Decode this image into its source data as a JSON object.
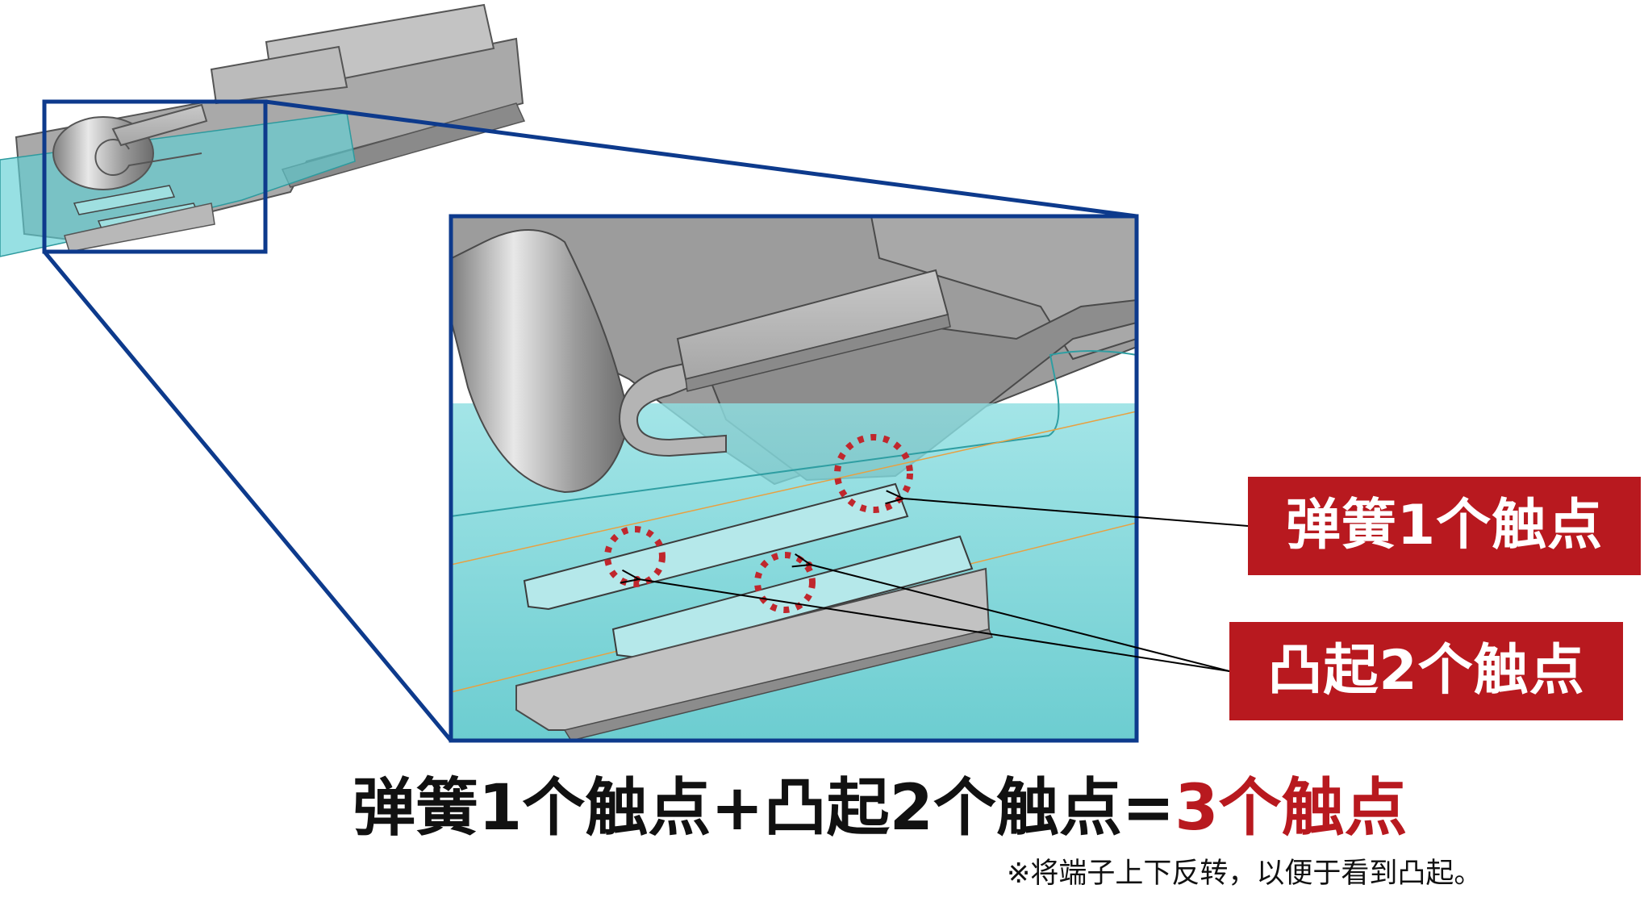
{
  "callouts": {
    "spring": "弹簧1个触点",
    "bump": "凸起2个触点"
  },
  "equation": {
    "part1": "弹簧1个触点",
    "plus": "+",
    "part2": "凸起2个触点",
    "equals": "=",
    "result": "3个触点"
  },
  "footnote": "※将端子上下反转，以便于看到凸起。",
  "colors": {
    "frame_blue": "#0d3a8c",
    "accent_red": "#b8191f",
    "contact_circle": "#c0272d",
    "housing_cyan": "#54c8cc",
    "metal_gray": "#b4b4b4"
  },
  "icons": {
    "contact_marker": "dotted-circle",
    "leader": "arrow-line"
  }
}
